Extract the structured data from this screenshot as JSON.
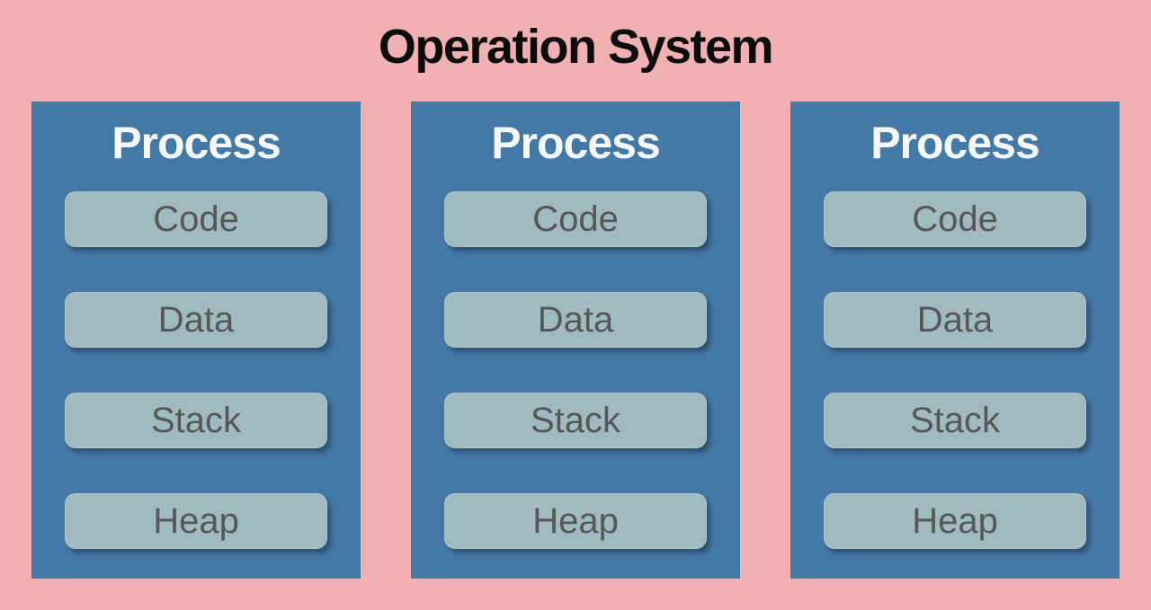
{
  "page": {
    "title": "Operation System"
  },
  "colors": {
    "background": "#f1b0b2",
    "process_box": "#4478a5",
    "process_title_text": "#f4f8fa",
    "segment_box": "#9fbbc0",
    "segment_text": "#575757",
    "title_text": "#0c0c0c"
  },
  "processes": [
    {
      "title": "Process",
      "segments": [
        "Code",
        "Data",
        "Stack",
        "Heap"
      ]
    },
    {
      "title": "Process",
      "segments": [
        "Code",
        "Data",
        "Stack",
        "Heap"
      ]
    },
    {
      "title": "Process",
      "segments": [
        "Code",
        "Data",
        "Stack",
        "Heap"
      ]
    }
  ]
}
